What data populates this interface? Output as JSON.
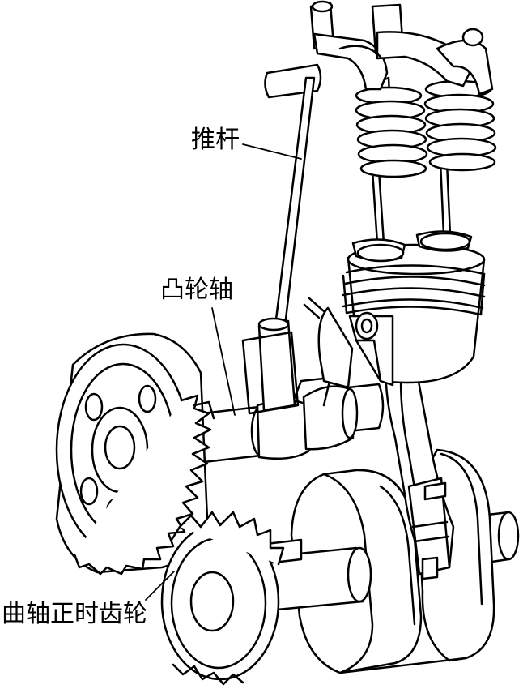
{
  "labels": {
    "pushrod": "推杆",
    "camshaft": "凸轮轴",
    "crankshaft_timing_gear": "曲轴正时齿轮"
  },
  "colors": {
    "ink": "#000000",
    "paper": "#ffffff"
  }
}
